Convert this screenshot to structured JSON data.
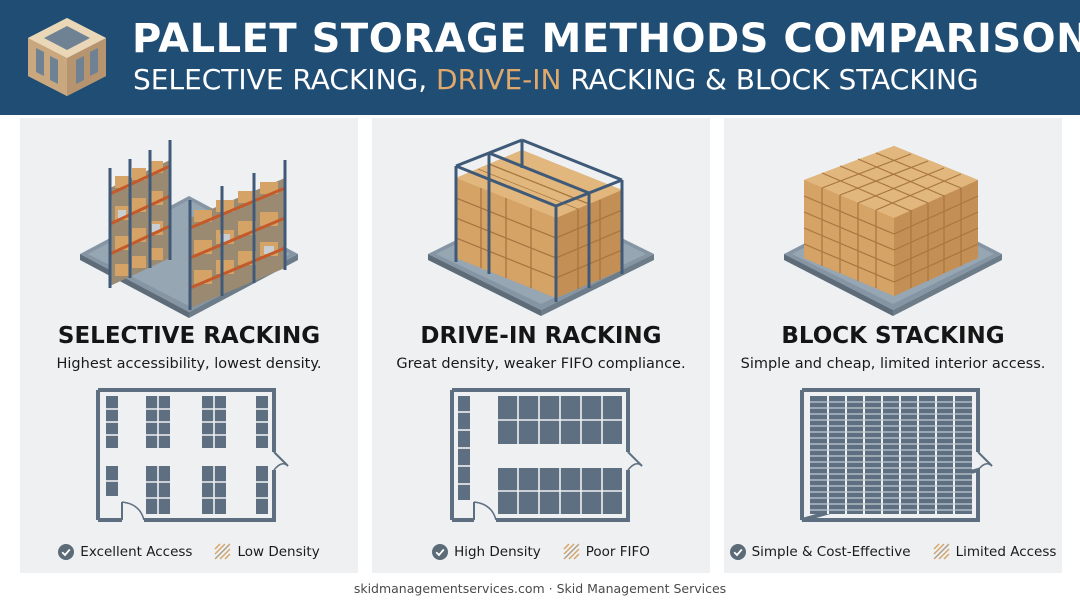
{
  "header": {
    "title": "PALLET STORAGE METHODS COMPARISON",
    "subtitle_part1": "SELECTIVE RACKING, ",
    "subtitle_highlight": "DRIVE-IN",
    "subtitle_part2": " RACKING & BLOCK STACKING",
    "highlight_color": "#e0a86b",
    "background_color": "#1f4d74"
  },
  "panels": [
    {
      "title": "SELECTIVE RACKING",
      "description": "Highest accessibility, lowest density.",
      "pro": "Excellent Access",
      "con": "Low Density"
    },
    {
      "title": "DRIVE-IN RACKING",
      "description": "Great density, weaker FIFO compliance.",
      "pro": "High Density",
      "con": "Poor FIFO"
    },
    {
      "title": "BLOCK STACKING",
      "description": "Simple and cheap, limited interior access.",
      "pro": "Simple & Cost-Effective",
      "con": "Limited Access"
    }
  ],
  "footer": {
    "text": "skidmanagementservices.com · Skid Management Services"
  },
  "icons": {
    "pro_icon": "check-circle-icon",
    "con_icon": "hatched-square-icon"
  },
  "colors": {
    "panel_bg": "#eef0f2",
    "plan_stroke": "#5d6f80",
    "wood": "#d6a366"
  }
}
